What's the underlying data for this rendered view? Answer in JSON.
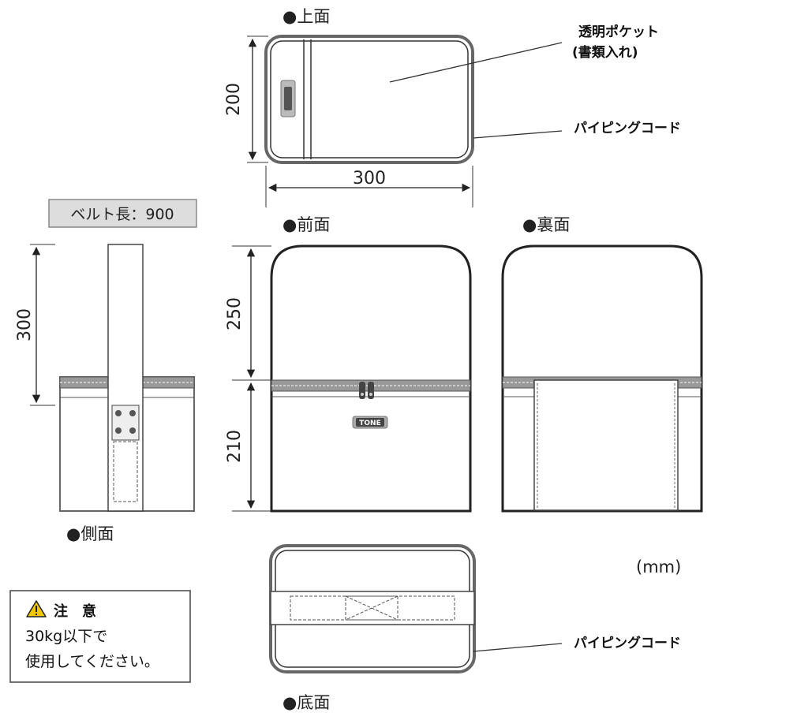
{
  "views": {
    "top": "●上面",
    "front": "●前面",
    "back": "●裏面",
    "side": "●側面",
    "bottom": "●底面"
  },
  "dimensions": {
    "top_height": "200",
    "top_width": "300",
    "front_upper": "250",
    "front_lower": "210",
    "side_height": "300"
  },
  "callouts": {
    "pocket_line1": "透明ポケット",
    "pocket_line2": "(書類入れ)",
    "piping_top": "パイピングコード",
    "piping_bottom": "パイピングコード"
  },
  "belt_label": "ベルト長：900",
  "unit": "(mm)",
  "caution": {
    "title": "注　意",
    "line1": "30kg以下で",
    "line2": "使用してください。"
  },
  "logo": "TONE"
}
